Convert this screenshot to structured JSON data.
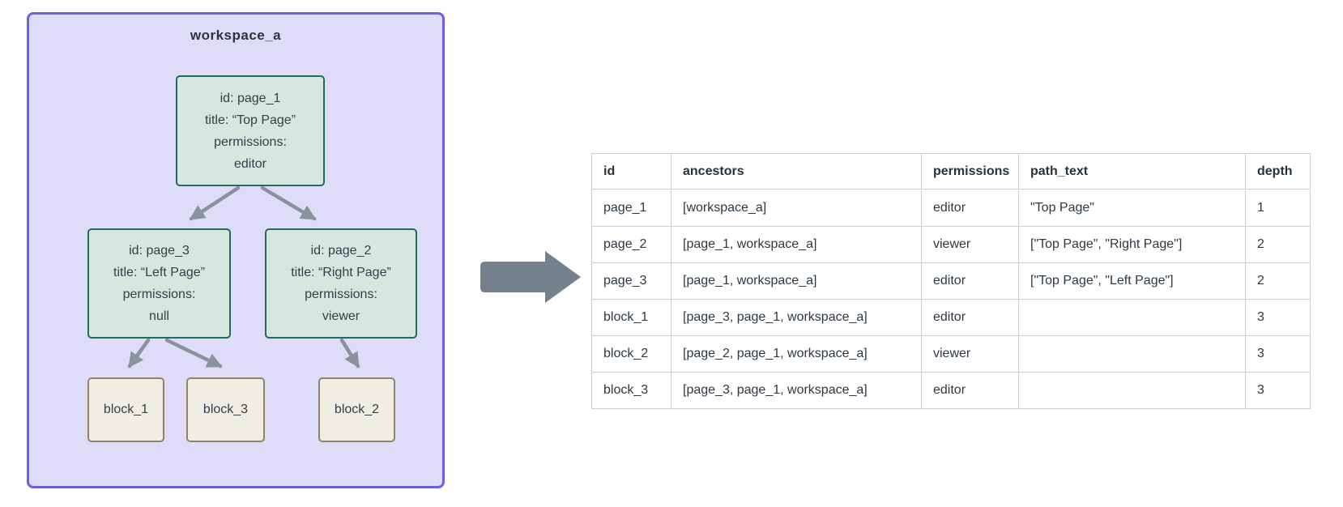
{
  "colors": {
    "workspace_fill": "#dedcf8",
    "workspace_border": "#6d5fe8",
    "page_node_fill": "#d7e7df",
    "page_node_border": "#1b6e58",
    "block_node_fill": "#f0ede4",
    "block_node_border": "#8f8464",
    "tree_edge_gray": "#8a929b",
    "flow_arrow_gray": "#75808d",
    "table_border": "#c9ced6",
    "text_dark": "#2d3843"
  },
  "diagram": {
    "workspace_label": "workspace_a",
    "nodes": {
      "page_1": {
        "lines": [
          "id: page_1",
          "title: “Top Page”",
          "permissions:",
          "editor"
        ]
      },
      "page_3": {
        "lines": [
          "id: page_3",
          "title: “Left Page”",
          "permissions:",
          "null"
        ]
      },
      "page_2": {
        "lines": [
          "id: page_2",
          "title: “Right Page”",
          "permissions:",
          "viewer"
        ]
      },
      "block_1": {
        "label": "block_1"
      },
      "block_3": {
        "label": "block_3"
      },
      "block_2": {
        "label": "block_2"
      }
    }
  },
  "table": {
    "columns": [
      "id",
      "ancestors",
      "permissions",
      "path_text",
      "depth"
    ],
    "rows": [
      {
        "id": "page_1",
        "ancestors": "[workspace_a]",
        "permissions": "editor",
        "path_text": "\"Top Page\"",
        "depth": "1"
      },
      {
        "id": "page_2",
        "ancestors": "[page_1, workspace_a]",
        "permissions": "viewer",
        "path_text": "[\"Top Page\", \"Right Page\"]",
        "depth": "2"
      },
      {
        "id": "page_3",
        "ancestors": "[page_1, workspace_a]",
        "permissions": "editor",
        "path_text": "[\"Top Page\", \"Left Page\"]",
        "depth": "2"
      },
      {
        "id": "block_1",
        "ancestors": "[page_3, page_1, workspace_a]",
        "permissions": "editor",
        "path_text": "",
        "depth": "3"
      },
      {
        "id": "block_2",
        "ancestors": "[page_2, page_1, workspace_a]",
        "permissions": "viewer",
        "path_text": "",
        "depth": "3"
      },
      {
        "id": "block_3",
        "ancestors": "[page_3, page_1, workspace_a]",
        "permissions": "editor",
        "path_text": "",
        "depth": "3"
      }
    ]
  }
}
